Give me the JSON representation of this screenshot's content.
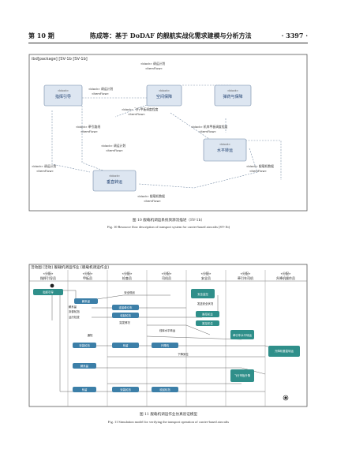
{
  "header": {
    "issue": "第 10 期",
    "running_title": "陈成等：基于 DoDAF 的舰航实战化需求建模与分析方法",
    "page_no": "· 3397 ·"
  },
  "fig10": {
    "frame_label": "ibd[package] [SV-1b [SV-1b]",
    "block_stereo": "«block»",
    "block_names": [
      "指挥引导",
      "空间保障",
      "弹药与保障",
      "水平转运",
      "垂直转运"
    ],
    "edge_labels": [
      {
        "stereo": "«block» 调运计划",
        "flow": "«itemFlow»"
      },
      {
        "stereo": "«block» 调运计划",
        "flow": "«itemFlow»"
      },
      {
        "stereo": "«block» 飞行甲板调度程度",
        "flow": "«itemFlow»"
      },
      {
        "stereo": "«block» 牵引路线",
        "flow": "«itemFlow»"
      },
      {
        "stereo": "«block» 机库甲板调度程度",
        "flow": "«itemFlow»"
      },
      {
        "stereo": "«block» 调运计划",
        "flow": "«itemFlow»"
      },
      {
        "stereo": "«block» 调运计划",
        "flow": "«itemFlow»"
      },
      {
        "stereo": "«block» 舰载机数据",
        "flow": "«itemFlow»"
      },
      {
        "stereo": "«block» 舰载机数据",
        "flow": "«itemFlow»"
      }
    ],
    "caption_cn": "图 10  舰载机调运系统资源流描述（SV-1b）",
    "caption_en": "Fig. 10    Resource flow description of transport system for carrier-based aircrafts (SV-1b)"
  },
  "fig11": {
    "frame_label": "活动图 [活动] 舰载机调运作业 [舰载机调运作业]",
    "lanes": [
      {
        "stereo": "«分配»",
        "name": "指挥引导员"
      },
      {
        "stereo": "«分配»",
        "name": "甲板员"
      },
      {
        "stereo": "«分配»",
        "name": "检查员"
      },
      {
        "stereo": "«分配»",
        "name": "司机员"
      },
      {
        "stereo": "«分配»",
        "name": "安全员"
      },
      {
        "stereo": "«分配»",
        "name": "牵引车司机"
      },
      {
        "stereo": "«分配»",
        "name": "升降机操作员"
      }
    ],
    "actions": [
      "指挥引导",
      "解系留",
      "解系留",
      "拆卸轮挡",
      "安全规划",
      "运行检查",
      "连接牵引车",
      "收起轮挡",
      "发送安全状况",
      "突发情况",
      "安全监控",
      "推至机位",
      "线库水平转运",
      "推至机位",
      "牵引车水平转运",
      "通知",
      "安装轮挡",
      "系留",
      "升降机",
      "升降机垂直转运",
      "下降到位",
      "解系留",
      "飞行甲板升降",
      "系留",
      "安装轮挡",
      "收起轮挡"
    ],
    "caption_cn": "图 11  舰载机调运作业仿真验证模型",
    "caption_en": "Fig. 11    Simulation model for verifying the transport operation of carrier-based aircrafts"
  }
}
